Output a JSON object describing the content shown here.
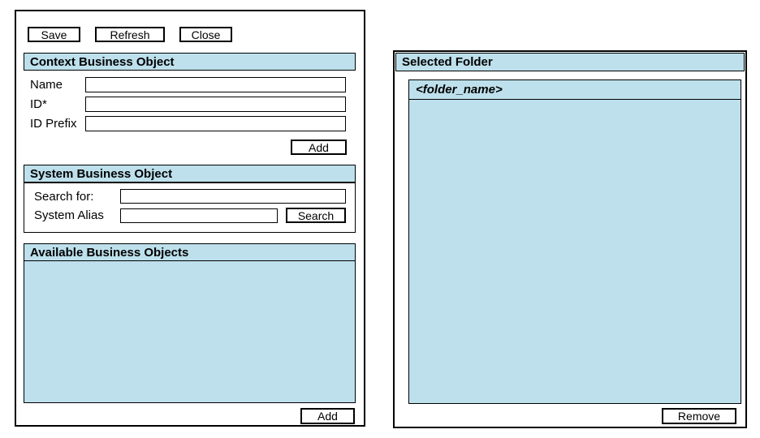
{
  "colors": {
    "light_blue": "#BDE0EC",
    "border": "#000000",
    "background": "#FFFFFF"
  },
  "left_panel": {
    "buttons": {
      "save": "Save",
      "refresh": "Refresh",
      "close": "Close"
    },
    "context": {
      "title": "Context Business Object",
      "name_label": "Name",
      "name_value": "",
      "id_label": "ID*",
      "id_value": "",
      "id_prefix_label": "ID Prefix",
      "id_prefix_value": "",
      "add_label": "Add"
    },
    "system": {
      "title": "System Business Object",
      "search_for_label": "Search for:",
      "search_for_value": "",
      "system_alias_label": "System Alias",
      "system_alias_value": "",
      "search_label": "Search"
    },
    "available": {
      "title": "Available Business Objects",
      "add_label": "Add"
    }
  },
  "right_panel": {
    "title": "Selected Folder",
    "list": {
      "header": "<folder_name>"
    },
    "remove_label": "Remove"
  }
}
